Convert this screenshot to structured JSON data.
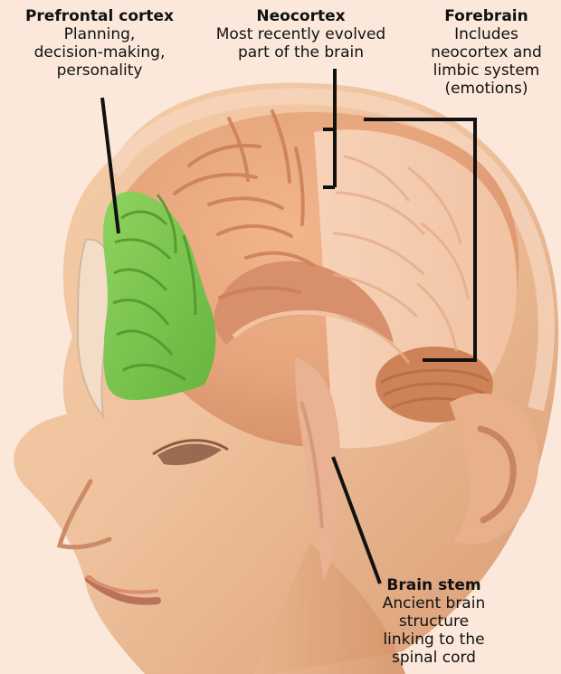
{
  "labels": {
    "prefrontal": {
      "title": "Prefrontal cortex",
      "desc_lines": [
        "Planning,",
        "decision-making,",
        "personality"
      ]
    },
    "neocortex": {
      "title": "Neocortex",
      "desc_lines": [
        "Most recently evolved",
        "part of the brain"
      ]
    },
    "forebrain": {
      "title": "Forebrain",
      "desc_lines": [
        "Includes",
        "neocortex and",
        "limbic system",
        "(emotions)"
      ]
    },
    "brainstem": {
      "title": "Brain stem",
      "desc_lines": [
        "Ancient brain",
        "structure",
        "linking to the",
        "spinal cord"
      ]
    }
  },
  "colors": {
    "background": "#fbe8da",
    "label_text": "#111111",
    "prefrontal_highlight": "#7bc64b",
    "brain_tissue": "#e6a57d",
    "skin": "#efc09a"
  }
}
